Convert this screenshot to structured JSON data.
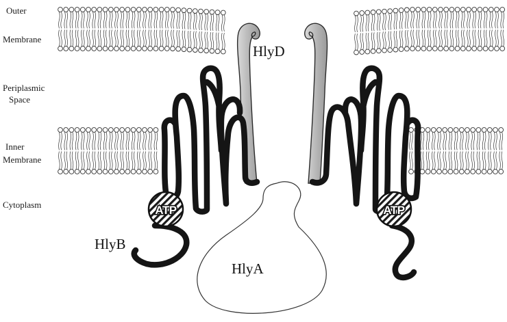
{
  "figure": {
    "region_labels": {
      "outer_membrane_line1": "Outer",
      "outer_membrane_line2": "Membrane",
      "periplasmic_line1": "Periplasmic",
      "periplasmic_line2": "Space",
      "inner_membrane_line1": "Inner",
      "inner_membrane_line2": "Membrane",
      "cytoplasm": "Cytoplasm"
    },
    "protein_labels": {
      "hlyd": "HlyD",
      "hlyb": "HlyB",
      "hlya": "HlyA"
    },
    "atp_left": "ATP",
    "atp_right": "ATP",
    "colors": {
      "background": "#ffffff",
      "transporter_loop": "#151515",
      "hlyd_fill": "#c2c2c2",
      "membrane_lipid": "#333333"
    }
  }
}
